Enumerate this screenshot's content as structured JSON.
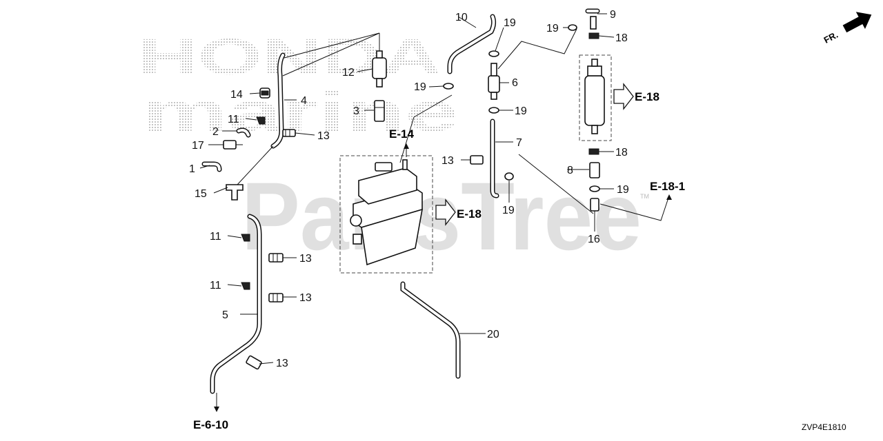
{
  "watermark": {
    "brand_top": "HONDA",
    "brand_bottom": "marine",
    "site": "PartsTree",
    "tm": "TM"
  },
  "direction": {
    "label": "FR."
  },
  "diagram_code": "ZVP4E1810",
  "references": {
    "e14": "E-14",
    "e18_center": "E-18",
    "e18_top": "E-18",
    "e18_1": "E-18-1",
    "e6_10": "E-6-10"
  },
  "callouts": [
    {
      "id": "c1",
      "label": "1"
    },
    {
      "id": "c2",
      "label": "2"
    },
    {
      "id": "c3",
      "label": "3"
    },
    {
      "id": "c4",
      "label": "4"
    },
    {
      "id": "c5",
      "label": "5"
    },
    {
      "id": "c6",
      "label": "6"
    },
    {
      "id": "c7",
      "label": "7"
    },
    {
      "id": "c8",
      "label": "8"
    },
    {
      "id": "c9",
      "label": "9"
    },
    {
      "id": "c10",
      "label": "10"
    },
    {
      "id": "c11a",
      "label": "11"
    },
    {
      "id": "c11b",
      "label": "11"
    },
    {
      "id": "c11c",
      "label": "11"
    },
    {
      "id": "c12",
      "label": "12"
    },
    {
      "id": "c13a",
      "label": "13"
    },
    {
      "id": "c13b",
      "label": "13"
    },
    {
      "id": "c13c",
      "label": "13"
    },
    {
      "id": "c13d",
      "label": "13"
    },
    {
      "id": "c13e",
      "label": "13"
    },
    {
      "id": "c14",
      "label": "14"
    },
    {
      "id": "c15",
      "label": "15"
    },
    {
      "id": "c16",
      "label": "16"
    },
    {
      "id": "c17",
      "label": "17"
    },
    {
      "id": "c18a",
      "label": "18"
    },
    {
      "id": "c18b",
      "label": "18"
    },
    {
      "id": "c19a",
      "label": "19"
    },
    {
      "id": "c19b",
      "label": "19"
    },
    {
      "id": "c19c",
      "label": "19"
    },
    {
      "id": "c19d",
      "label": "19"
    },
    {
      "id": "c19e",
      "label": "19"
    },
    {
      "id": "c19f",
      "label": "19"
    },
    {
      "id": "c20",
      "label": "20"
    }
  ]
}
